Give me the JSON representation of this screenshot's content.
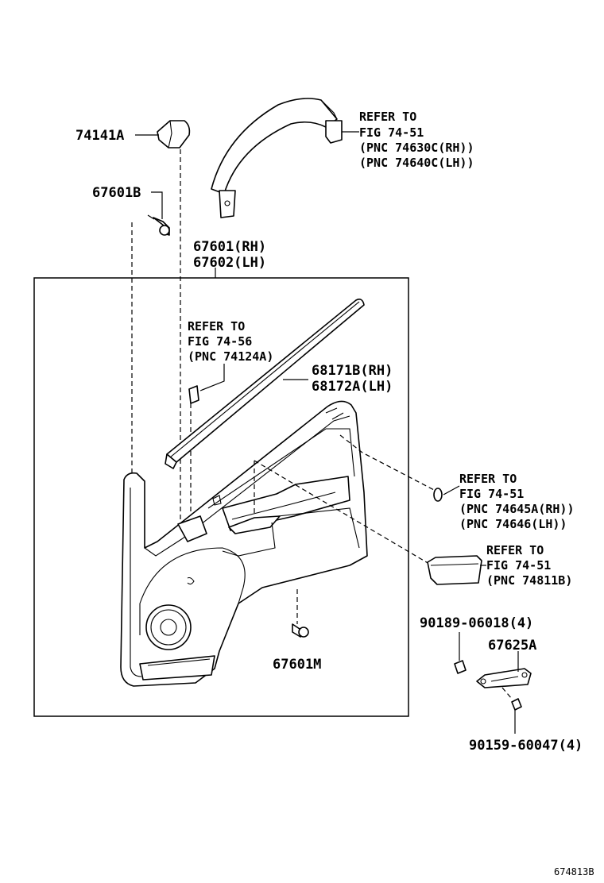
{
  "figure_number": "674813B",
  "labels": {
    "p74141a": "74141A",
    "p67601b": "67601B",
    "p67601": "67601(RH)",
    "p67602": "67602(LH)",
    "p68171b": "68171B(RH)",
    "p68172a": "68172A(LH)",
    "p67601m": "67601M",
    "p90189": "90189-06018(4)",
    "p67625a": "67625A",
    "p90159": "90159-60047(4)"
  },
  "refs": {
    "grip": {
      "line1": "REFER TO",
      "line2": "FIG 74-51",
      "line3": "(PNC 74630C(RH))",
      "line4": "(PNC 74640C(LH))"
    },
    "switch": {
      "line1": "REFER TO",
      "line2": "FIG 74-56",
      "line3": "(PNC 74124A)"
    },
    "handle": {
      "line1": "REFER TO",
      "line2": "FIG 74-51",
      "line3": "(PNC 74645A(RH))",
      "line4": "(PNC 74646(LH))"
    },
    "pocket": {
      "line1": "REFER TO",
      "line2": "FIG 74-51",
      "line3": "(PNC 74811B)"
    }
  }
}
